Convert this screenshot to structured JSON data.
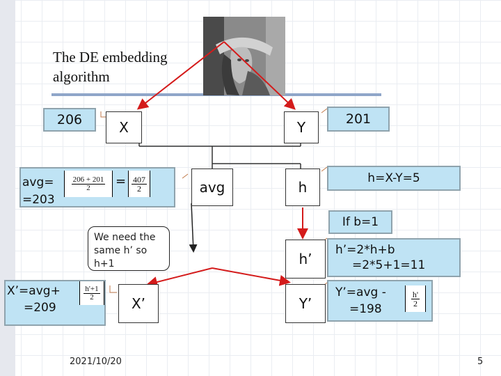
{
  "title": {
    "line1": "The DE embedding",
    "line2": "algorithm"
  },
  "image": {
    "description": "lena-grayscale-photo"
  },
  "values": {
    "left": "206",
    "right": "201"
  },
  "nodes": {
    "x": "X",
    "y": "Y",
    "avg": "avg",
    "h": "h",
    "h_prime": "h’",
    "x_prime": "X’",
    "y_prime": "Y’"
  },
  "avg_box": {
    "prefix": "avg=",
    "result": "=203",
    "eq": "=",
    "frac1_num": "206 + 201",
    "frac1_den": "2",
    "frac2_num": "407",
    "frac2_den": "2"
  },
  "h_box": "h=X-Y=5",
  "condition": "If b=1",
  "note": "We need the same h’ so h+1",
  "hp_box": {
    "line1": "h’=2*h+b",
    "line2": "=2*5+1=11"
  },
  "xp_box": {
    "line1": "X’=avg+",
    "line2": "=209",
    "frac_num": "h'+1",
    "frac_den": "2"
  },
  "yp_box": {
    "line1": "Y’=avg -",
    "line2": "=198",
    "frac_num": "h'",
    "frac_den": "2"
  },
  "footer": {
    "date": "2021/10/20",
    "page": "5"
  },
  "colors": {
    "arrow": "#d41b1b",
    "box_fill": "#bfe3f4",
    "rule": "#8fa6c9"
  }
}
